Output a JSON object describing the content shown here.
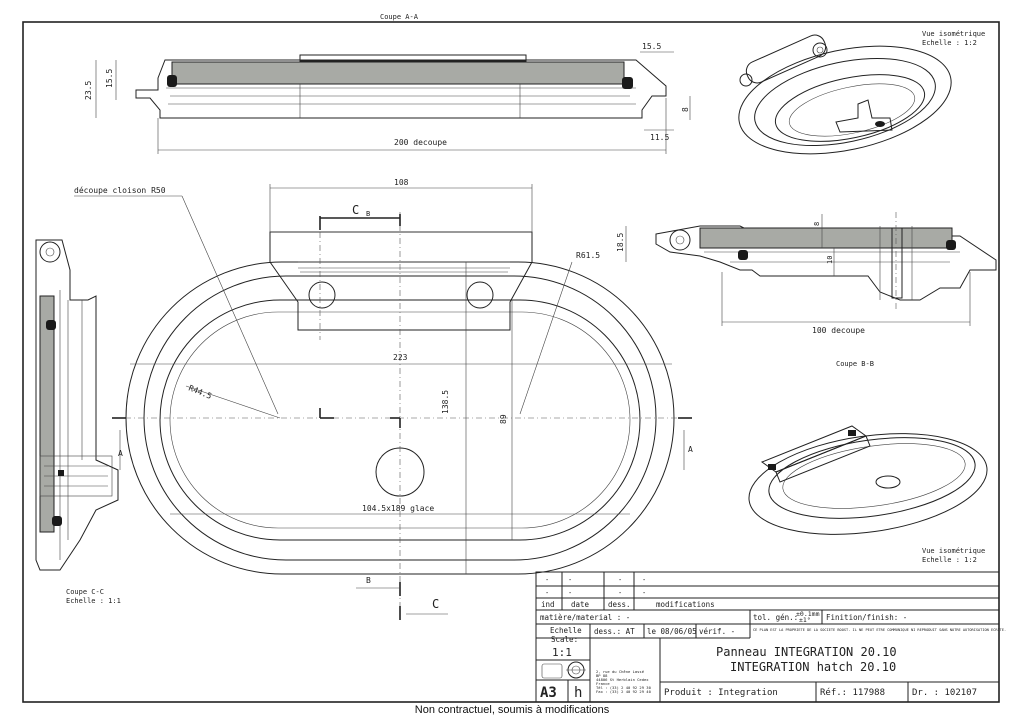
{
  "views": {
    "section_aa": {
      "title": "Coupe A-A"
    },
    "iso_top": {
      "title": "Vue isométrique",
      "scale": "Echelle :  1:2"
    },
    "iso_bottom": {
      "title": "Vue isométrique",
      "scale": "Echelle :  1:2"
    },
    "section_bb": {
      "title": "Coupe B-B"
    },
    "section_cc": {
      "title": "Coupe C-C",
      "scale": "Echelle :   1:1"
    }
  },
  "dimensions": {
    "d_15_5_top": "15.5",
    "d_23_5": "23.5",
    "d_15_5_left": "15.5",
    "d_8_aa": "8",
    "d_11_5": "11.5",
    "d_200": "200  decoupe",
    "d_108": "108",
    "d_cloison": "découpe cloison R50",
    "d_r61": "R61.5",
    "d_223": "223",
    "d_r44": "R44.5",
    "d_138": "138.5",
    "d_89": "89",
    "d_glace": "104.5x189 glace",
    "d_18_5": "18.5",
    "d_8_bb": "8",
    "d_10": "10",
    "d_100": "100 decoupe"
  },
  "markers": {
    "cb_left": "C",
    "cb_sub": "B",
    "a_left": "A",
    "a_right": "A",
    "b_bottom": "B",
    "c_bottom": "C"
  },
  "title_block": {
    "rev_rows": [
      [
        "-",
        "-",
        "-",
        "-"
      ],
      [
        "-",
        "-",
        "-",
        "-"
      ]
    ],
    "col_ind": "ind",
    "col_date": "date",
    "col_dess": "dess.",
    "col_mod": "modifications",
    "material": "matière/material : -",
    "tol_label": "tol. gén.:",
    "tol_val1": "±0.1mm",
    "tol_val2": "±1°",
    "finition": "Finition/finish: -",
    "property_note": "CE PLAN EST LA PROPRIETE DE LA SOCIETE BOOST. IL NE PEUT ETRE COMMUNIQUE NI REPRODUIT SANS NOTRE AUTORISATION ECRITE.",
    "echelle_label": "Echelle",
    "scale_label": "Scale:",
    "scale_value": "1:1",
    "dess": "dess.: AT",
    "date": "le 08/06/05",
    "verif": "vérif. -",
    "title_fr": "Panneau INTEGRATION  20.10",
    "title_en": "INTEGRATION hatch 20.10",
    "address": [
      "2, rue du Chêne Lassé",
      "BP 88",
      "44806 St Herblain Cedex",
      "France",
      "Tél : (33) 2 40 92 29 30",
      "Fax : (33) 2 40 92 29 40"
    ],
    "format": "A3",
    "format_suffix": "h",
    "produit": "Produit : Integration",
    "ref": "Réf.: 117988",
    "dr": "Dr. : 102107"
  },
  "footer": {
    "note": "Non contractuel, soumis à modifications"
  }
}
